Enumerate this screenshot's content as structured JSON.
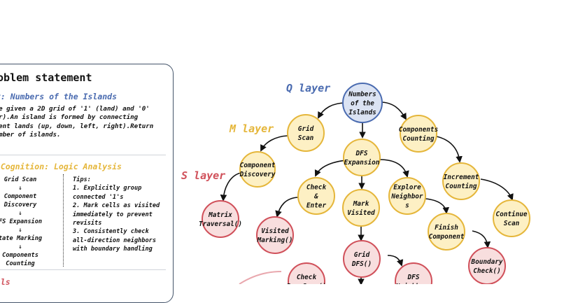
{
  "panel": {
    "title": "roblem statement",
    "query_title": "ry: Numbers of the Islands",
    "problem_lines": [
      "are given a 2D grid of '1' (land) and '0'",
      "ter).An island is formed by connecting",
      "acent lands (up, down, left, right).Return",
      " number of islands."
    ],
    "meta_title": "a Cognition: Logic Analysis",
    "steps": [
      "Grid Scan",
      "↓",
      "Component",
      "Discovery",
      "↓",
      "FS Expansion",
      "↓",
      "tate Marking",
      "↓",
      "Components",
      "Counting"
    ],
    "tips_lines": [
      "Tips:",
      "1. Explicitly group",
      "connected '1's",
      "2. Mark cells as visited",
      "immediately to prevent",
      "revisits",
      "3. Consistently check",
      "all-direction neighbors",
      "with  boundary handling"
    ],
    "skills_title": "ills"
  },
  "layers": {
    "q": "Q layer",
    "m": "M layer",
    "s": "S layer"
  },
  "colors": {
    "q_label": "#4a6bb0",
    "m_label": "#e5b63a",
    "s_label": "#d0505a",
    "q_fill": "#dbe3f3",
    "q_stroke": "#4a6bb0",
    "m_fill": "#fdf0c4",
    "m_stroke": "#e5b63a",
    "s_fill": "#f8dede",
    "s_stroke": "#d0505a"
  },
  "nodes": [
    {
      "id": "numbers-of-the-islands",
      "layer": "q",
      "lines": [
        "Numbers",
        "of the",
        "Islands"
      ]
    },
    {
      "id": "grid-scan",
      "layer": "m",
      "lines": [
        "Grid",
        "Scan"
      ]
    },
    {
      "id": "components-counting",
      "layer": "m",
      "lines": [
        "Components",
        "Counting"
      ]
    },
    {
      "id": "component-discovery",
      "layer": "m",
      "lines": [
        "Component",
        "Discovery"
      ]
    },
    {
      "id": "dfs-expansion",
      "layer": "m",
      "lines": [
        "DFS",
        "Expansion"
      ]
    },
    {
      "id": "increment-counting",
      "layer": "m",
      "lines": [
        "Increment",
        "Counting"
      ]
    },
    {
      "id": "check-and-enter",
      "layer": "m",
      "lines": [
        "Check",
        "&",
        "Enter"
      ]
    },
    {
      "id": "mark-visited",
      "layer": "m",
      "lines": [
        "Mark",
        "Visited"
      ]
    },
    {
      "id": "explore-neighbors",
      "layer": "m",
      "lines": [
        "Explore",
        "Neighbor",
        "s"
      ]
    },
    {
      "id": "continue-scan",
      "layer": "m",
      "lines": [
        "Continue",
        "Scan"
      ]
    },
    {
      "id": "finish-component",
      "layer": "m",
      "lines": [
        "Finish",
        "Component"
      ]
    },
    {
      "id": "matrix-traversal",
      "layer": "s",
      "lines": [
        "Matrix",
        "Traversal()"
      ]
    },
    {
      "id": "visited-marking",
      "layer": "s",
      "lines": [
        "Visited",
        "Marking()"
      ]
    },
    {
      "id": "grid-dfs",
      "layer": "s",
      "lines": [
        "Grid",
        "DFS()"
      ]
    },
    {
      "id": "boundary-check",
      "layer": "s",
      "lines": [
        "Boundary",
        "Check()"
      ]
    },
    {
      "id": "check-boundary",
      "layer": "s",
      "lines": [
        "Check",
        "BoarScan()"
      ]
    },
    {
      "id": "dfs-neighbors",
      "layer": "s",
      "lines": [
        "DFS",
        "Neighbors"
      ]
    }
  ]
}
